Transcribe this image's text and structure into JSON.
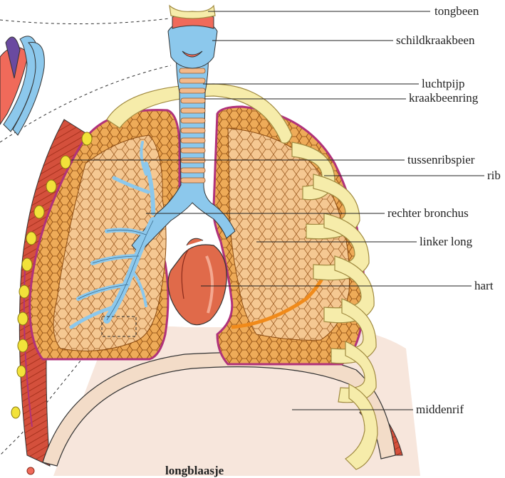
{
  "labels": {
    "tongbeen": "tongbeen",
    "schildkraakbeen": "schildkraakbeen",
    "luchtpijp": "luchtpijp",
    "kraakbeenring": "kraakbeenring",
    "tussenribspier": "tussenribspier",
    "rib": "rib",
    "rechter_bronchus": "rechter bronchus",
    "linker_long": "linker long",
    "hart": "hart",
    "middenrif": "middenrif",
    "longblaasje": "longblaasje"
  },
  "colors": {
    "lung_fill": "#e8a04a",
    "lung_light": "#f4c890",
    "lung_outline": "#8a4a10",
    "pleura": "#b0327a",
    "trachea": "#8cc8ec",
    "trachea_ring": "#f3b98a",
    "rib": "#f6ecaa",
    "rib_outline": "#a08a40",
    "heart": "#e06a4a",
    "muscle": "#d4503c",
    "diaphragm_band": "#f3dcc8",
    "line": "#222222"
  }
}
